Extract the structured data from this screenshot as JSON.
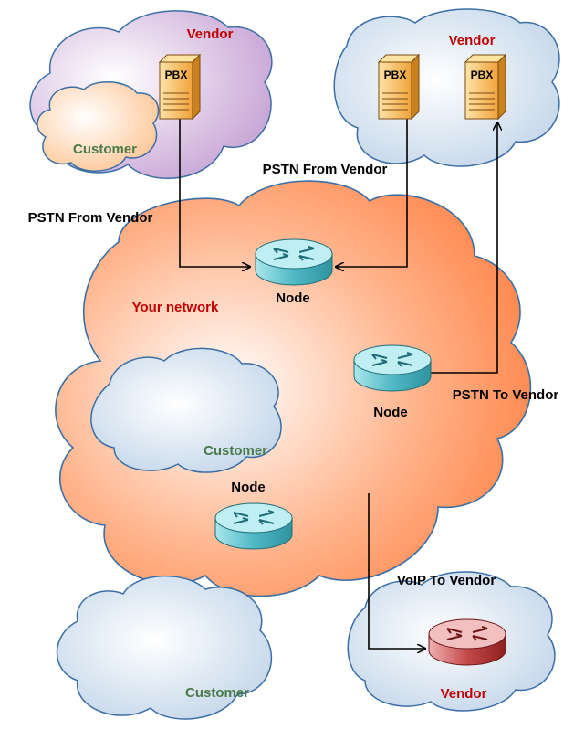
{
  "vendor_label": "Vendor",
  "customer_label": "Customer",
  "pbx_label": "PBX",
  "node_label": "Node",
  "network_label": "Your network",
  "links": {
    "pstn_from_vendor": "PSTN From Vendor",
    "pstn_to_vendor": "PSTN To Vendor",
    "voip_to_vendor": "VoIP To Vendor"
  },
  "colors": {
    "label_black": "#000000",
    "label_red": "#c00000",
    "label_green": "#4a7a4a",
    "network_cloud": "#ff8a55",
    "vendor_cloud_purple": "#c49ed2",
    "vendor_cloud_blue": "#c7d8ea",
    "customer_cloud_orange": "#ffc68e",
    "customer_cloud_blue": "#c7d8ea",
    "router_cyan": "#5bc2cc",
    "router_red": "#c44a4a",
    "pbx_orange": "#f6b24a"
  }
}
